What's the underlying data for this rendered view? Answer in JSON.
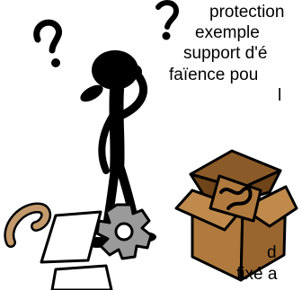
{
  "text_lines": [
    "protection",
    "exemple",
    "support d'é",
    "faïence pou",
    "l",
    "d",
    "fixé a"
  ],
  "colors": {
    "ink": "#000000",
    "box": "#b07a3e",
    "box_dark": "#8a5a28",
    "box_inside": "#6e4418",
    "gear": "#9a9a9a",
    "tube": "#c49a6c",
    "paper": "#ffffff"
  },
  "icons": [
    "question-mark-icon",
    "stick-figure-icon",
    "cardboard-box-icon",
    "gear-icon",
    "paper-sheet-icon",
    "hook-tube-icon"
  ]
}
